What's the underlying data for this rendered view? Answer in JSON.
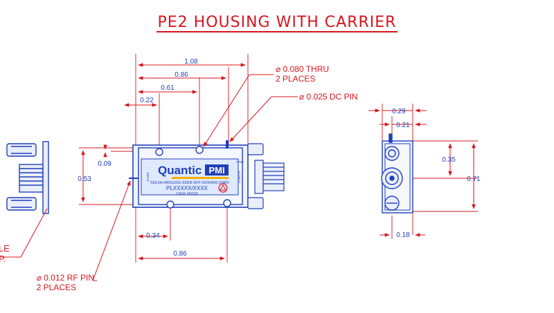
{
  "title": "PE2 HOUSING WITH CARRIER",
  "colors": {
    "dimension": "#d8141d",
    "part": "#1f3fb8",
    "label_bg": "#dfe9ff"
  },
  "dimensions": {
    "overall_width": "1.08",
    "width_086_top": "0.86",
    "width_061": "0.61",
    "width_022": "0.22",
    "height_009": "0.09",
    "height_053": "0.53",
    "width_034": "0.34",
    "width_086_bottom": "0.86",
    "side_029": "0.29",
    "side_021": "0.21",
    "side_035": "0.35",
    "side_071": "0.71",
    "side_018": "0.18"
  },
  "callouts": {
    "thru_hole_line1": "⌀ 0.080 THRU",
    "thru_hole_line2": "2 PLACES",
    "dc_pin": "⌀ 0.025 DC PIN",
    "rf_pin_line1": "⌀ 0.012 RF PIN",
    "rf_pin_line2": "2 PLACES",
    "left_clip_line1": "LE",
    "left_clip_line2": "P."
  },
  "label": {
    "brand_left": "Quantic",
    "brand_right": "PMI",
    "part_number": "SDLVA-0R5G20G-55DB-SFF-50OHMS-50MV",
    "plx": "PLXXXXX/XXXX",
    "cage": "CAGE 05XQ0",
    "input": "INPUT",
    "output": "OUTPUT",
    "vdc": "+VDC"
  }
}
